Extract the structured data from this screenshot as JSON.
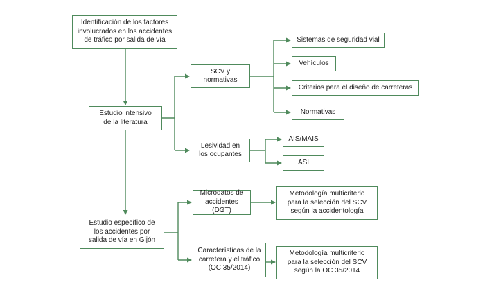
{
  "nodes": {
    "root": "Identificación de los factores\ninvolucrados en los accidentes\nde tráfico por salida de vía",
    "literatura": "Estudio intensivo\nde la literatura",
    "scv": "SCV y\nnormativas",
    "lesividad": "Lesividad en\nlos ocupantes",
    "sistemas": "Sistemas de seguridad vial",
    "vehiculos": "Vehículos",
    "criterios": "Criterios para el diseño de carreteras",
    "normativas": "Normativas",
    "ais": "AIS/MAIS",
    "asi": "ASI",
    "gijon": "Estudio específico de\nlos accidentes por\nsalida de vía en Gijón",
    "microdatos": "Microdatos de\naccidentes (DGT)",
    "metodologia1": "Metodología multicriterio\npara la selección del SCV\nsegún la accidentología",
    "caracteristicas": "Características de la\ncarretera y el tráfico\n(OC 35/2014)",
    "metodologia2": "Metodología multicriterio\npara la selección del SCV\nsegún la OC 35/2014"
  },
  "colors": {
    "box_border": "#4f8a5c",
    "connector": "#4f8a5c",
    "text": "#222222"
  }
}
